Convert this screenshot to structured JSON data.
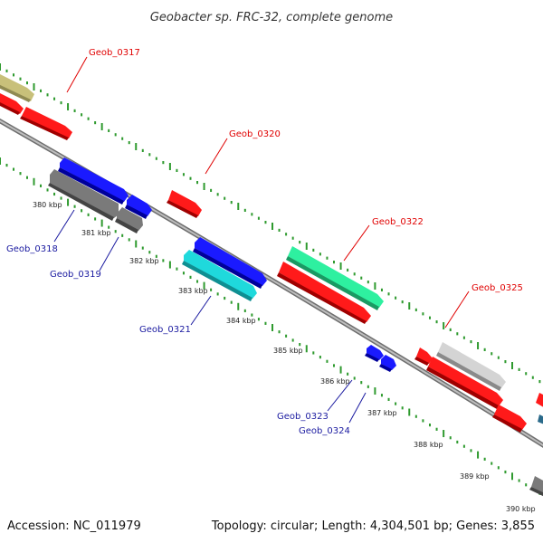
{
  "title": "Geobacter sp. FRC-32, complete genome",
  "footer": {
    "accession": "Accession: NC_011979",
    "summary": "Topology: circular; Length: 4,304,501 bp; Genes: 3,855"
  },
  "colors": {
    "backbone": "#8c8c8c",
    "tick_dots": "#2e9a2e",
    "upper_label": "#e00000",
    "lower_label": "#1a1aa0"
  },
  "kbp_labels": [
    "380 kbp",
    "381 kbp",
    "382 kbp",
    "383 kbp",
    "384 kbp",
    "385 kbp",
    "386 kbp",
    "387 kbp",
    "388 kbp",
    "389 kbp",
    "390 kbp"
  ],
  "gene_labels": {
    "upper": [
      "Geob_0317",
      "Geob_0320",
      "Geob_0322",
      "Geob_0325"
    ],
    "lower": [
      "Geob_0318",
      "Geob_0319",
      "Geob_0321",
      "Geob_0323",
      "Geob_0324"
    ]
  },
  "feature_colors": [
    "khaki",
    "red",
    "blue",
    "gray",
    "green",
    "cyan",
    "silver"
  ]
}
